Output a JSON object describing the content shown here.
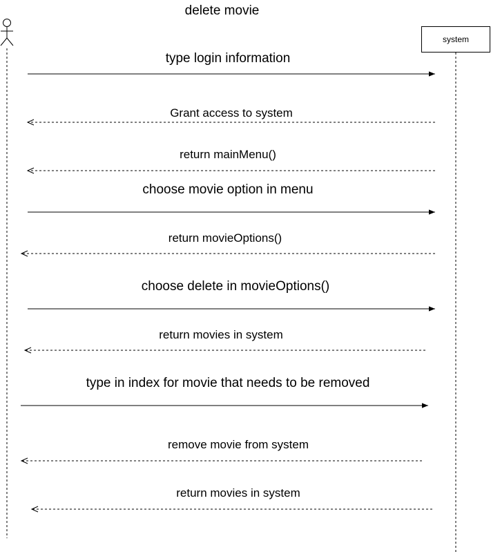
{
  "title": "delete movie",
  "participants": {
    "actor": {
      "icon": "stick-figure-icon"
    },
    "system": {
      "label": "system"
    }
  },
  "messages": [
    {
      "label": "type login information",
      "kind": "sync"
    },
    {
      "label": "Grant access to system",
      "kind": "return"
    },
    {
      "label": "return mainMenu()",
      "kind": "return"
    },
    {
      "label": "choose movie option in menu",
      "kind": "sync"
    },
    {
      "label": "return movieOptions()",
      "kind": "return"
    },
    {
      "label": "choose delete in movieOptions()",
      "kind": "sync"
    },
    {
      "label": "return movies in system",
      "kind": "return"
    },
    {
      "label": "type in index for movie that needs to be removed",
      "kind": "sync"
    },
    {
      "label": "remove movie from system",
      "kind": "return"
    },
    {
      "label": "return movies in system",
      "kind": "return"
    }
  ]
}
